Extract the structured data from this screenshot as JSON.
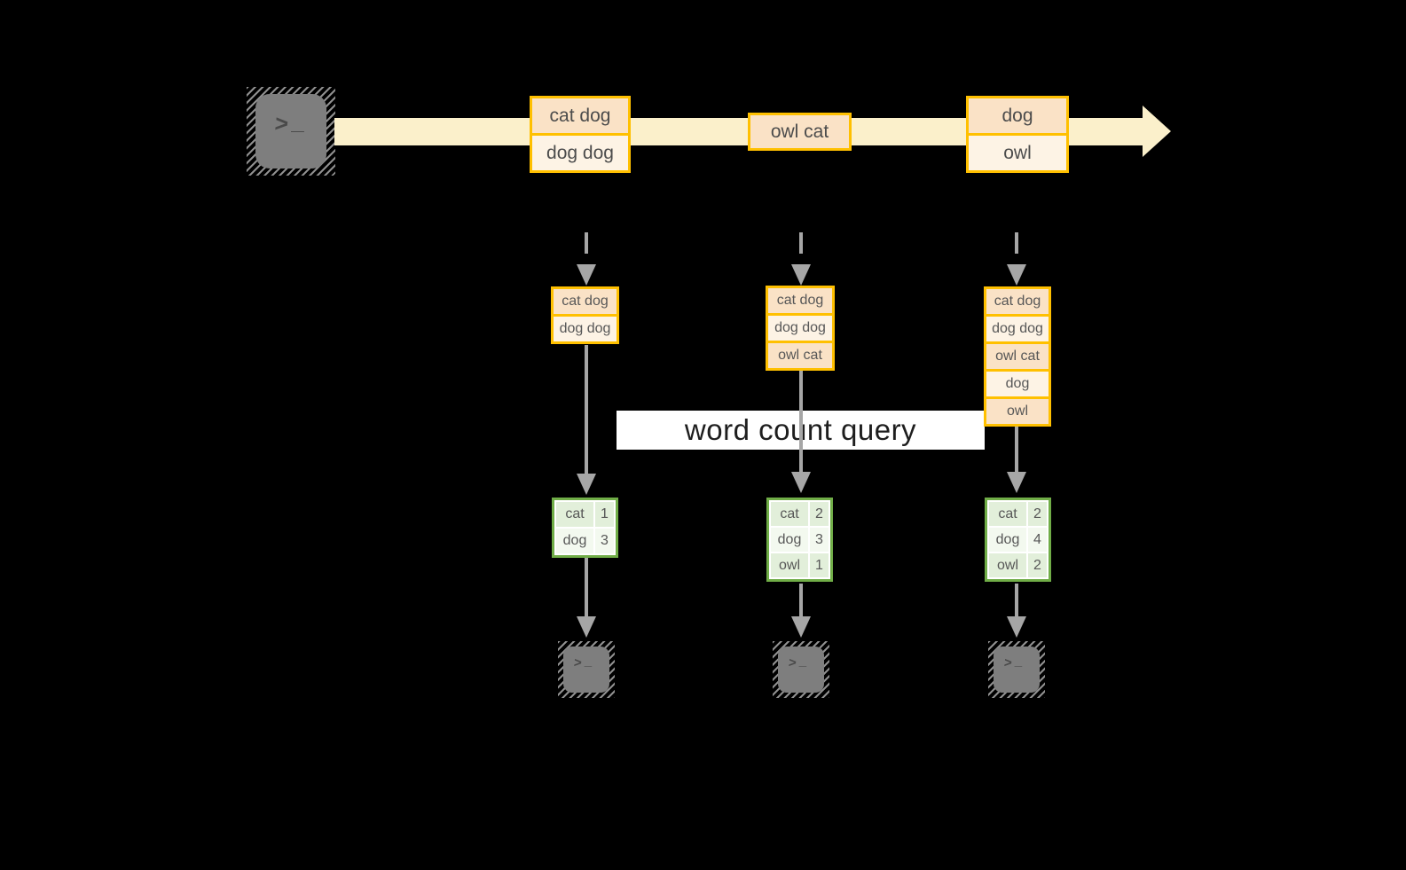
{
  "stream": {
    "events": [
      {
        "rows": [
          "cat dog",
          "dog dog"
        ]
      },
      {
        "rows": [
          "owl cat"
        ]
      },
      {
        "rows": [
          "dog",
          "owl"
        ]
      }
    ]
  },
  "query_label": "word count query",
  "columns": [
    {
      "state_rows": [
        "cat dog",
        "dog dog"
      ],
      "count_rows": [
        {
          "word": "cat",
          "count": "1"
        },
        {
          "word": "dog",
          "count": "3"
        }
      ]
    },
    {
      "state_rows": [
        "cat dog",
        "dog dog",
        "owl cat"
      ],
      "count_rows": [
        {
          "word": "cat",
          "count": "2"
        },
        {
          "word": "dog",
          "count": "3"
        },
        {
          "word": "owl",
          "count": "1"
        }
      ]
    },
    {
      "state_rows": [
        "cat dog",
        "dog dog",
        "owl cat",
        "dog",
        "owl"
      ],
      "count_rows": [
        {
          "word": "cat",
          "count": "2"
        },
        {
          "word": "dog",
          "count": "4"
        },
        {
          "word": "owl",
          "count": "2"
        }
      ]
    }
  ],
  "icons": {
    "terminal_prompt_chevron": ">",
    "terminal_prompt_underscore": "_"
  },
  "colors": {
    "background": "#000000",
    "gold_border": "#ffc000",
    "peach_dark": "#fae2c6",
    "peach_light": "#fdf3e5",
    "stream_band": "#fbf0cb",
    "green_border": "#70ad47",
    "green_cell_dark": "#e2efda",
    "green_cell_light": "#f3f9ef",
    "arrow_gray": "#a6a6a6",
    "terminal_gray": "#7e7e7e",
    "query_band_bg": "#ffffff"
  }
}
